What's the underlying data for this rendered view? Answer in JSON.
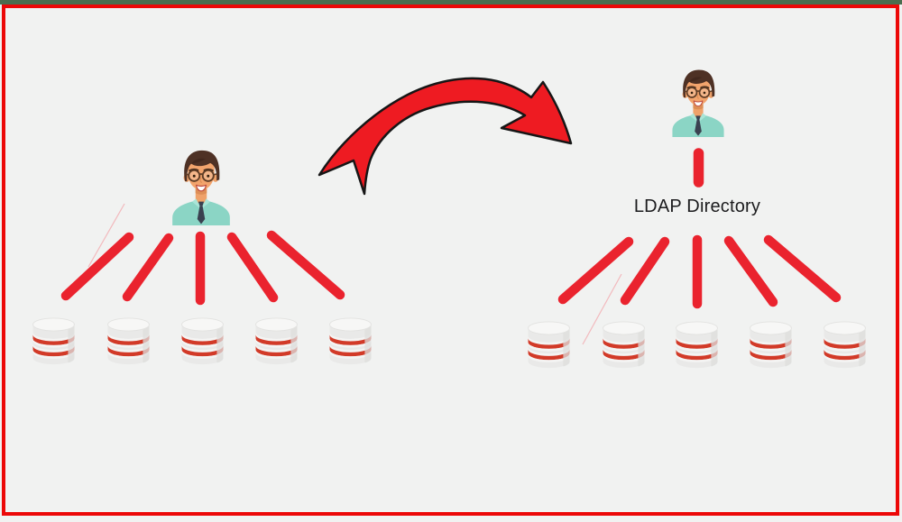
{
  "diagram": {
    "left_cluster": {
      "user_icon": "user-avatar-icon",
      "database_icon": "database-icon",
      "database_count": 5,
      "connector_count": 5
    },
    "right_cluster": {
      "label": "LDAP Directory",
      "user_icon": "user-avatar-icon",
      "database_icon": "database-icon",
      "database_count": 5,
      "connector_count": 5
    },
    "transition_arrow": {
      "icon": "curved-arrow-icon",
      "direction": "left-to-right"
    }
  },
  "colors": {
    "background": "#f1f2f1",
    "top_strip_green": "#4b6d4f",
    "frame_border_red": "#ec0808",
    "connector_red": "#ea232e",
    "arrow_fill_red": "#ee1b22",
    "arrow_outline": "#161616",
    "database_band_red": "#d23a28",
    "shirt_teal": "#8bd5c5",
    "label_text": "#1c1c1e"
  }
}
